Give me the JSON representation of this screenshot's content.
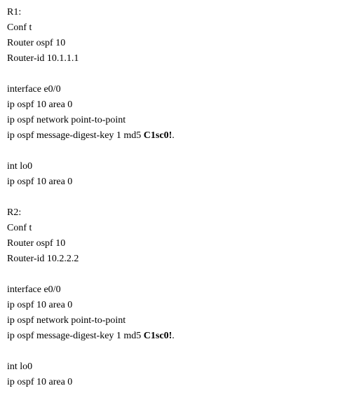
{
  "r1": {
    "header": "R1:",
    "conf": "Conf t",
    "router": "Router ospf 10",
    "router_id": "Router-id 10.1.1.1",
    "interface": "interface e0/0",
    "area": "ip ospf 10 area 0",
    "network": "ip ospf network point-to-point",
    "md5_prefix": "ip ospf message-digest-key 1 md5 ",
    "md5_key": "C1sc0!",
    "md5_suffix": ".",
    "lo_int": "int lo0",
    "lo_area": "ip ospf 10 area 0"
  },
  "r2": {
    "header": "R2:",
    "conf": "Conf t",
    "router": "Router ospf 10",
    "router_id": "Router-id 10.2.2.2",
    "interface": "interface e0/0",
    "area": "ip ospf 10 area 0",
    "network": "ip ospf network point-to-point",
    "md5_prefix": "ip ospf message-digest-key 1 md5 ",
    "md5_key": "C1sc0!",
    "md5_suffix": ".",
    "lo_int": "int lo0",
    "lo_area": "ip ospf 10 area 0"
  }
}
